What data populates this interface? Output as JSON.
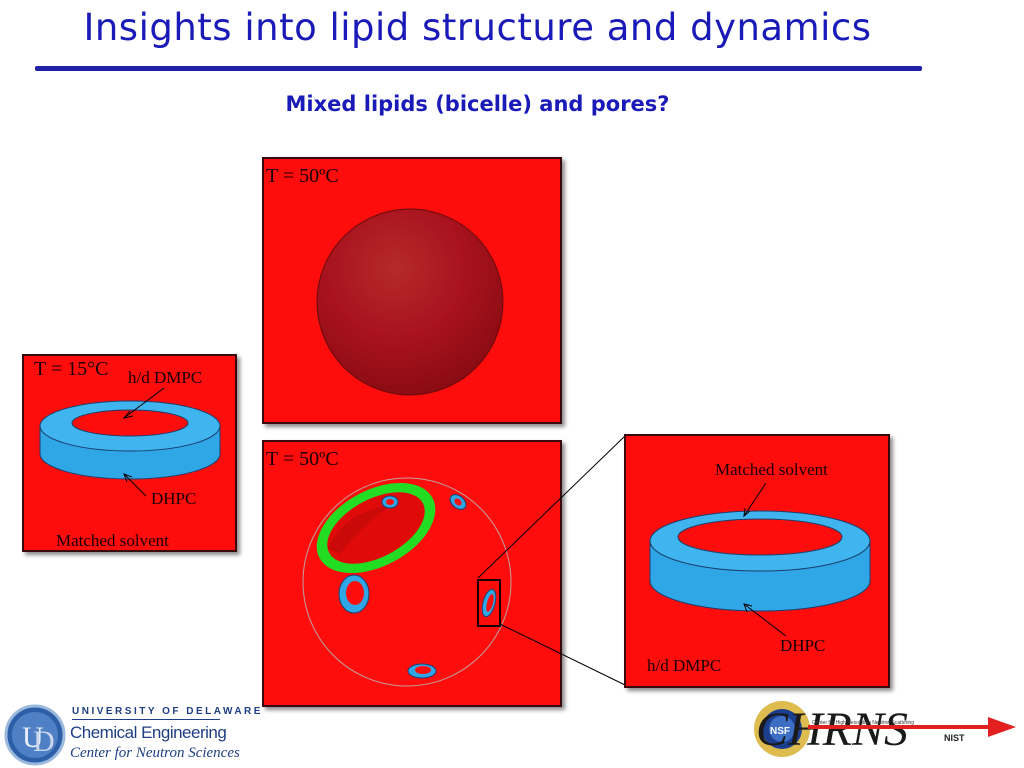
{
  "slide": {
    "title": "Insights into lipid structure and dynamics",
    "subtitle": "Mixed lipids (bicelle) and pores?"
  },
  "panels": {
    "left": {
      "temperature": "T = 15°C",
      "label_top": "h/d DMPC",
      "label_bottom": "DHPC",
      "label_solvent": "Matched solvent"
    },
    "top_center": {
      "temperature": "T = 50ºC"
    },
    "bottom_center": {
      "temperature": "T = 50ºC"
    },
    "zoom": {
      "label_top": "Matched solvent",
      "label_dhpc": "DHPC",
      "label_dmpc": "h/d DMPC"
    }
  },
  "footer": {
    "university": "UNIVERSITY OF DELAWARE",
    "department": "Chemical Engineering",
    "center": "Center for Neutron Sciences",
    "chrns_logo_text": "CHRNS",
    "chrns_tagline": "Center for High Resolution Neutron Scattering",
    "nsf": "NSF",
    "nist": "NIST"
  },
  "colors": {
    "title": "#1a1ab8",
    "panel_red": "#ff0d0d",
    "bicelle_blue": "#2fa6e6",
    "pore_rim_green": "#22dd22"
  }
}
